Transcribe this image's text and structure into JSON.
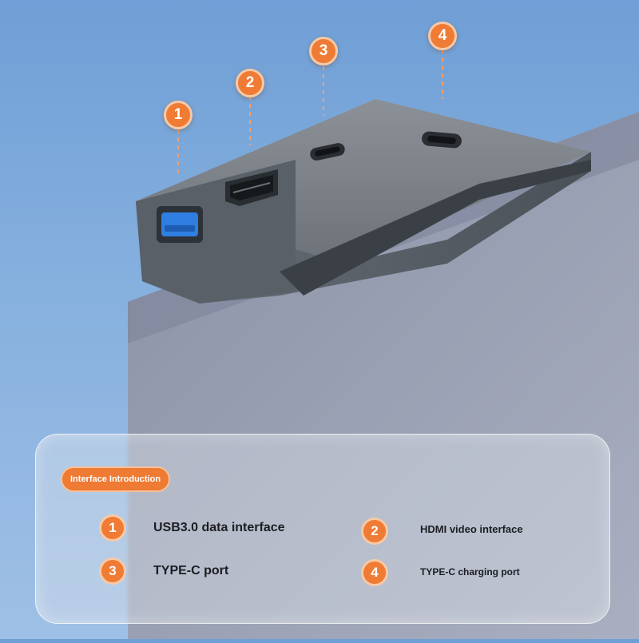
{
  "markers": [
    {
      "number": "1"
    },
    {
      "number": "2"
    },
    {
      "number": "3"
    },
    {
      "number": "4"
    }
  ],
  "panel": {
    "title": "Interface Introduction",
    "items": [
      {
        "number": "1",
        "label": "USB3.0 data interface"
      },
      {
        "number": "2",
        "label": "HDMI video interface"
      },
      {
        "number": "3",
        "label": "TYPE-C port"
      },
      {
        "number": "4",
        "label": "TYPE-C charging port"
      }
    ]
  },
  "colors": {
    "accent": "#ef7b34",
    "usb_port_blue": "#2f7fe0",
    "device_gray": "#5b6168"
  }
}
